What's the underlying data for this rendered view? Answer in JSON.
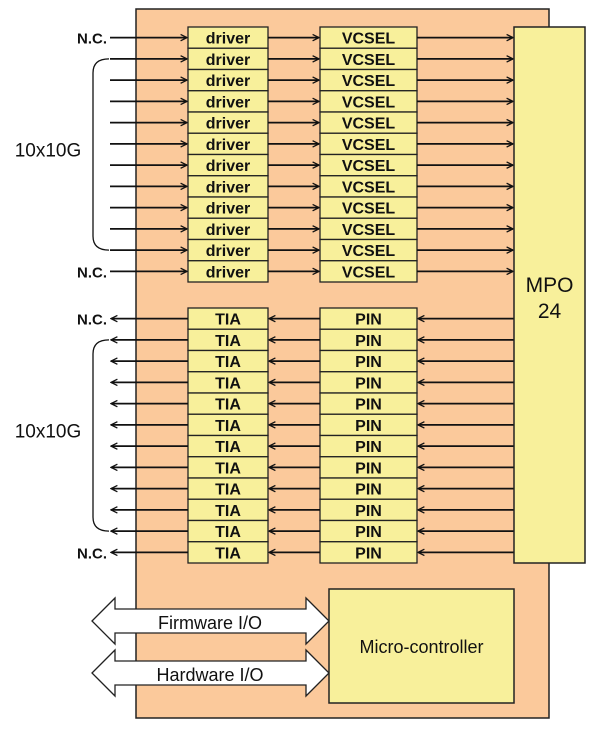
{
  "colors": {
    "module_fill": "#fbc99b",
    "block_fill": "#f8f09b",
    "stroke": "#222222",
    "arrow": "#111111",
    "io_fill": "#ffffff"
  },
  "transmit": {
    "group_label": "10x10G",
    "nc_label": "N.C.",
    "channels": 12,
    "driver_label": "driver",
    "laser_label": "VCSEL",
    "nc_rows": [
      0,
      11
    ]
  },
  "receive": {
    "group_label": "10x10G",
    "nc_label": "N.C.",
    "channels": 12,
    "amp_label": "TIA",
    "detector_label": "PIN",
    "nc_rows": [
      0,
      11
    ]
  },
  "connector": {
    "line1": "MPO",
    "line2": "24"
  },
  "controller": {
    "label": "Micro-controller",
    "io": [
      {
        "label": "Firmware I/O"
      },
      {
        "label": "Hardware I/O"
      }
    ]
  }
}
